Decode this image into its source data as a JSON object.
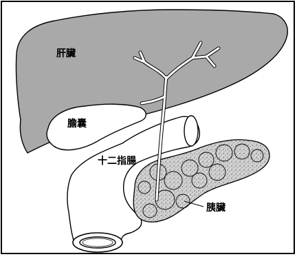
{
  "labels": {
    "liver": "肝臟",
    "gallbladder": "膽囊",
    "duodenum": "十二指腸",
    "pancreas": "胰臟"
  },
  "colors": {
    "liver_fill": "#a9a9a9",
    "organ_fill": "#ffffff",
    "pancreas_fill": "#cfcfcf",
    "outline": "#000000"
  }
}
